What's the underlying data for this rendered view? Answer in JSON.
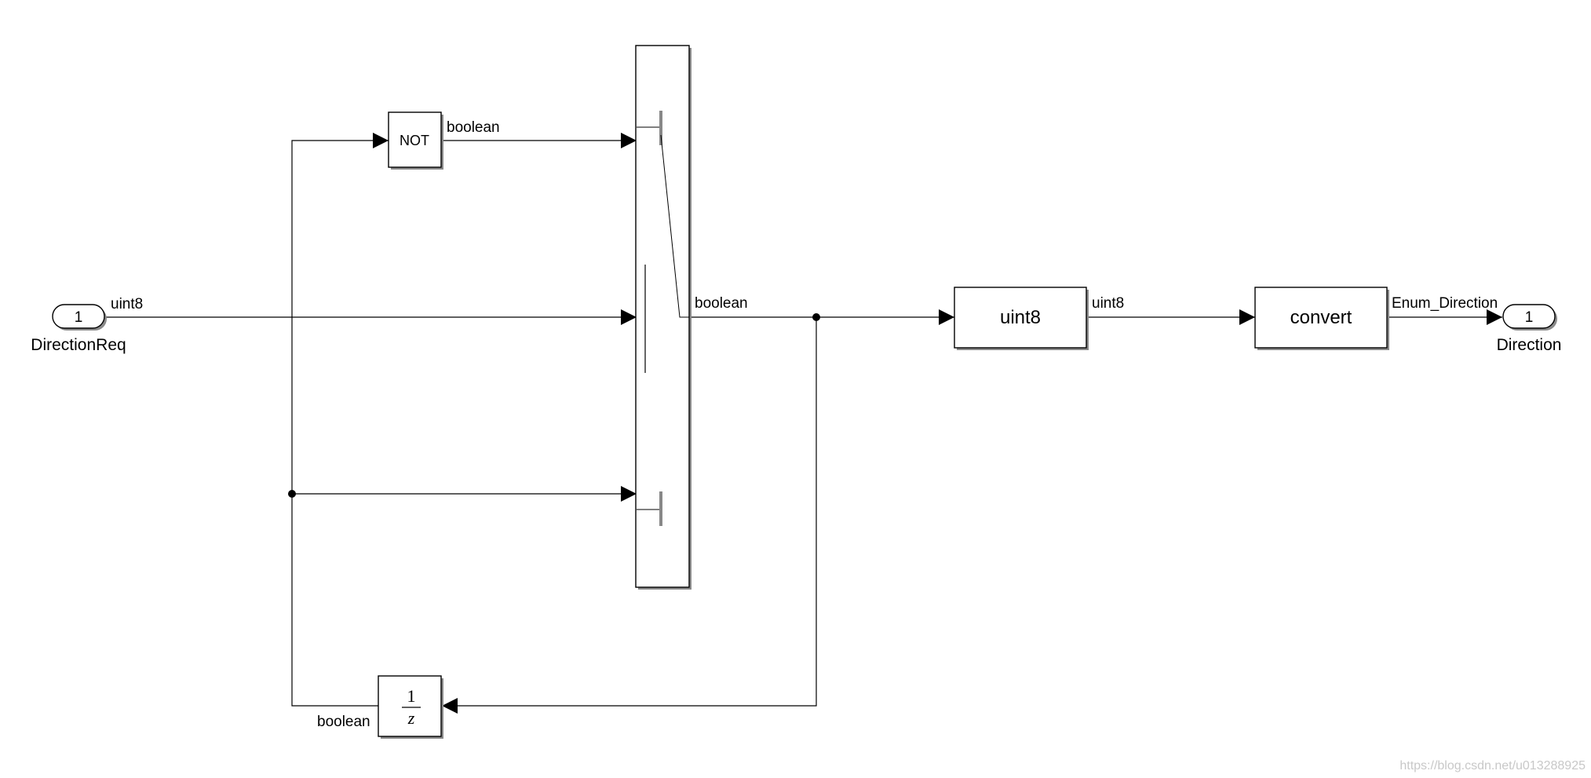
{
  "inport": {
    "number": "1",
    "name": "DirectionReq"
  },
  "outport": {
    "number": "1",
    "name": "Direction"
  },
  "blocks": {
    "not": "NOT",
    "cast": "uint8",
    "convert": "convert",
    "delay_num": "1",
    "delay_den": "z"
  },
  "signals": {
    "in_type": "uint8",
    "not_out": "boolean",
    "switch_out": "boolean",
    "cast_out": "uint8",
    "convert_out": "Enum_Direction",
    "delay_out": "boolean"
  },
  "watermark": "https://blog.csdn.net/u013288925"
}
